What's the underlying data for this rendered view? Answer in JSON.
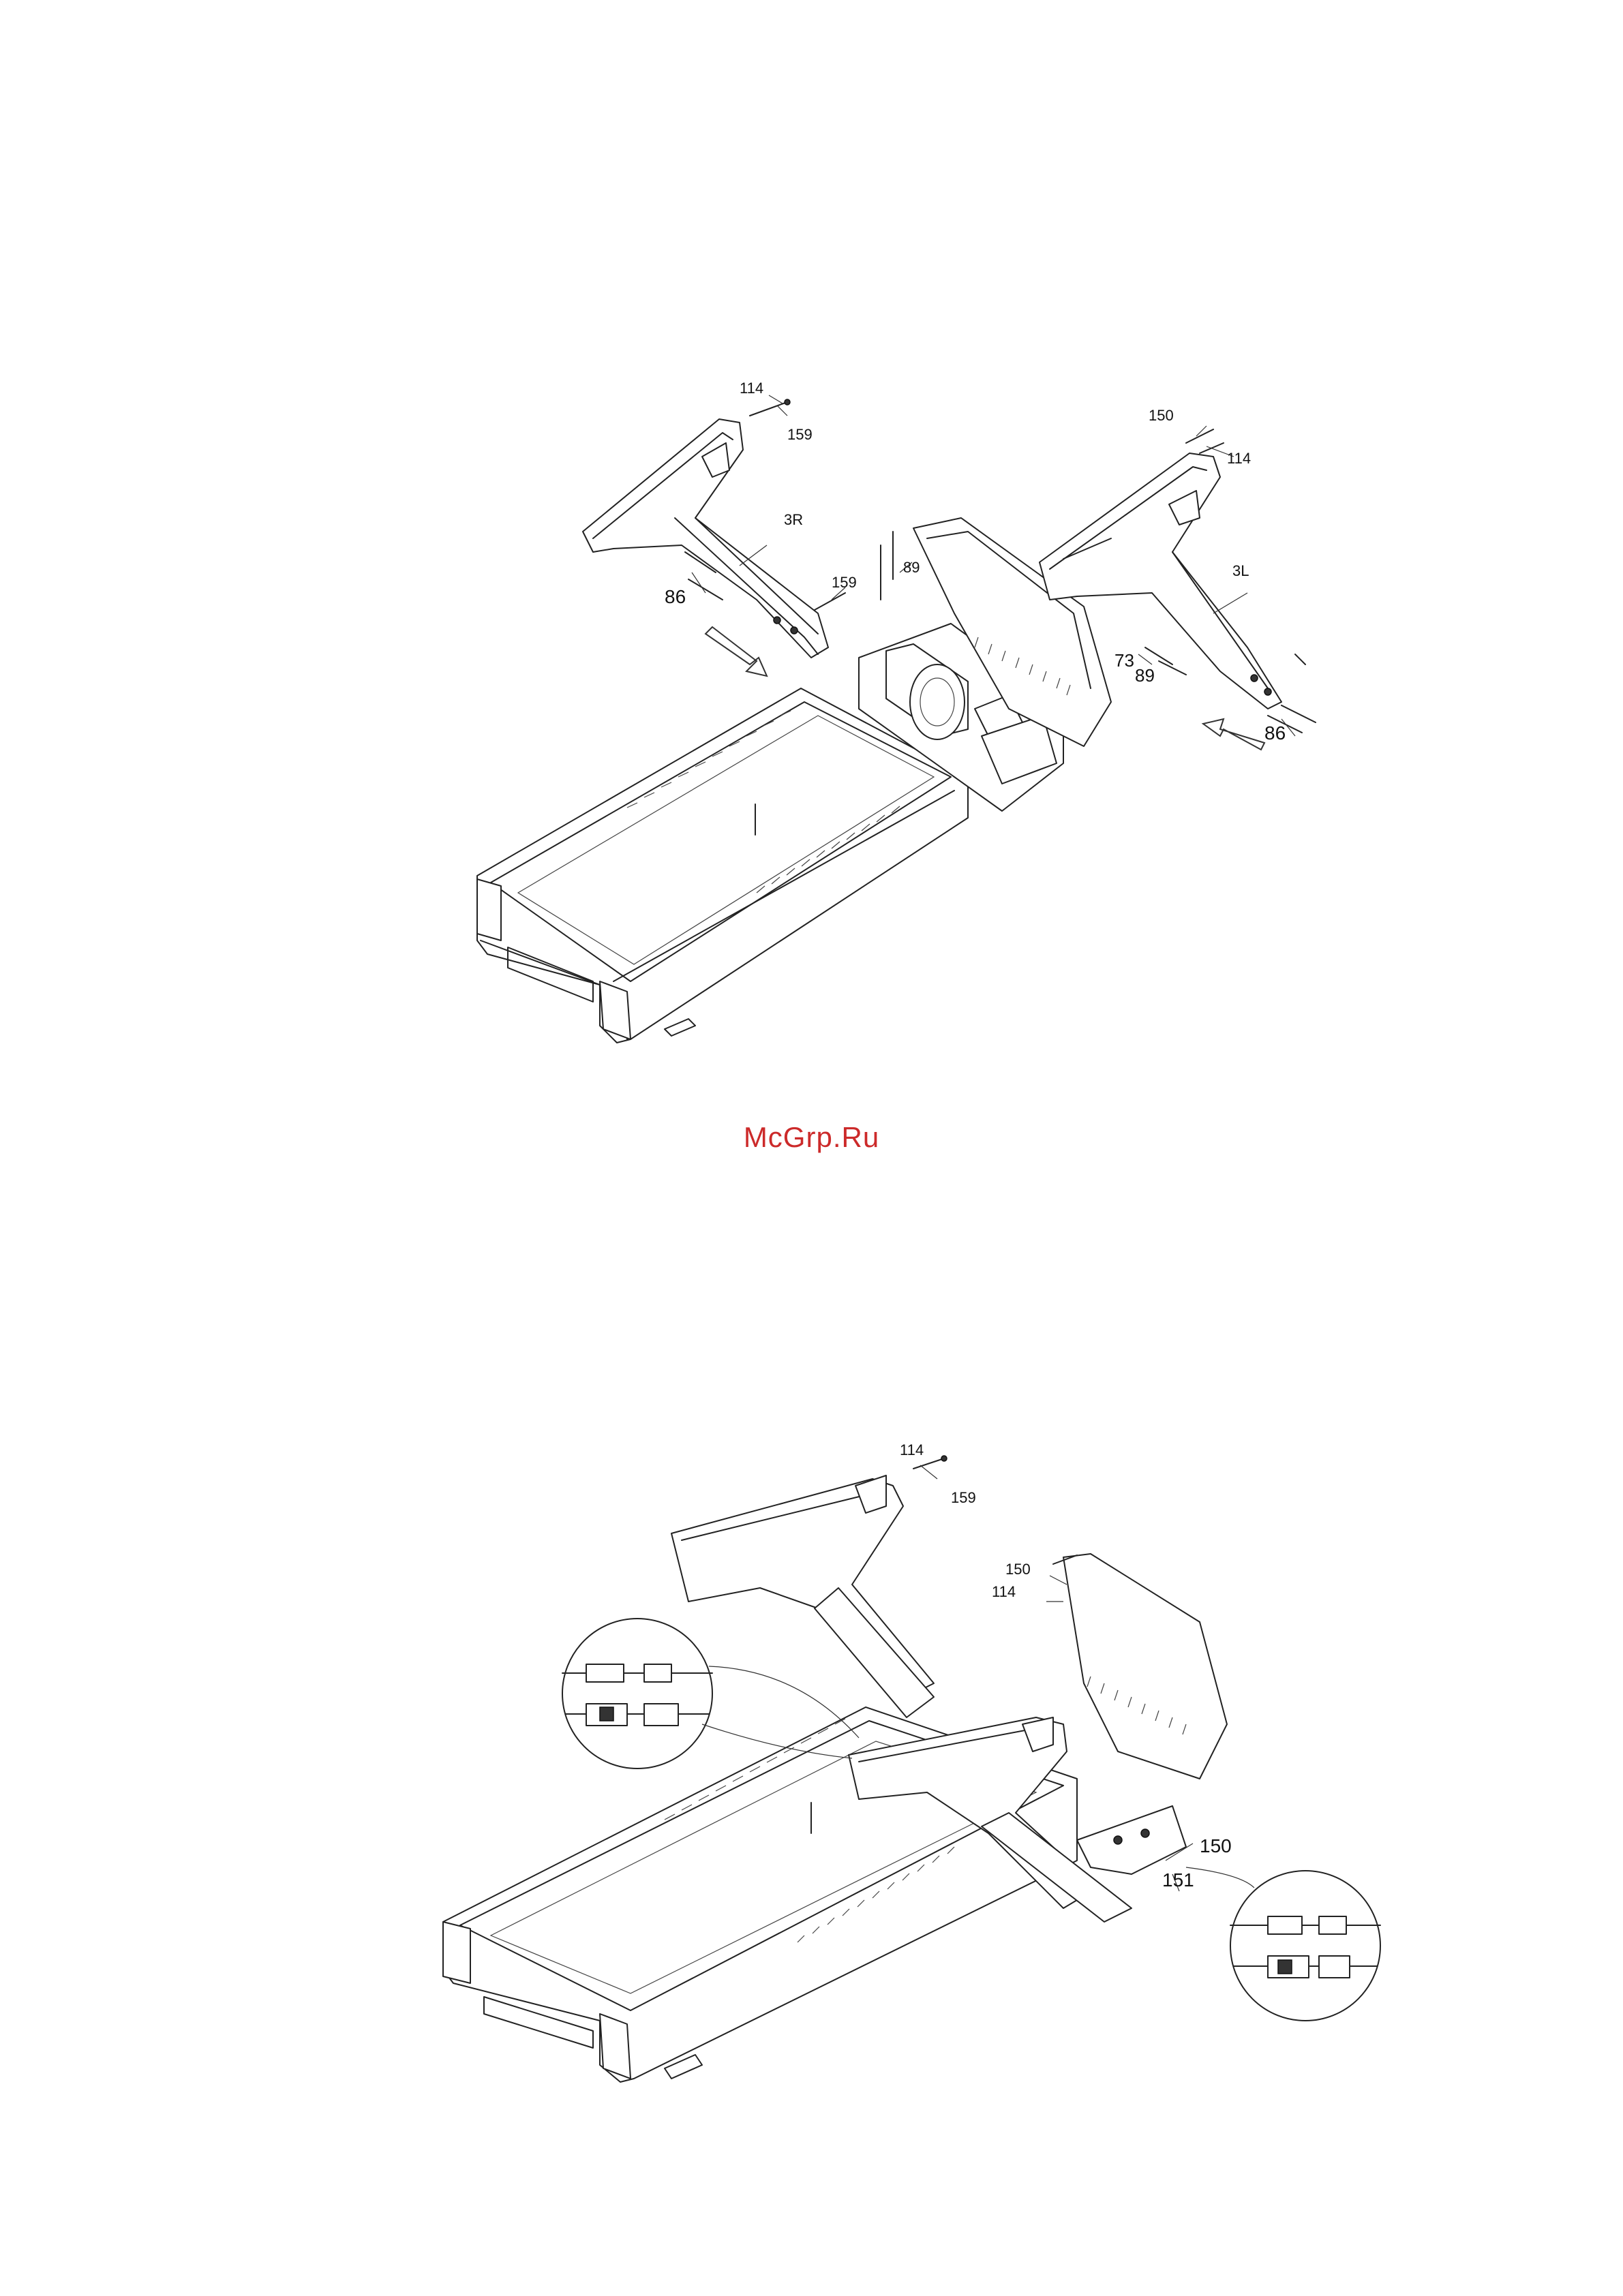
{
  "watermark": "McGrp.Ru",
  "figure1": {
    "labels": {
      "bolt_114_right": "114",
      "washer_159_right": "159",
      "upright_3R": "3R",
      "bolt_86_right": "86",
      "washer_159_mid": "159",
      "washer_89_mid": "89",
      "screw_150": "150",
      "bolt_114_left": "114",
      "upright_3L": "3L",
      "bolt_73": "73",
      "washer_89_left": "89",
      "bolt_86_left": "86"
    }
  },
  "figure2": {
    "labels": {
      "bolt_114_top": "114",
      "washer_159_top": "159",
      "screw_150_top": "150",
      "bolt_114_mid": "114",
      "screw_150_side": "150",
      "screw_151": "151"
    }
  }
}
